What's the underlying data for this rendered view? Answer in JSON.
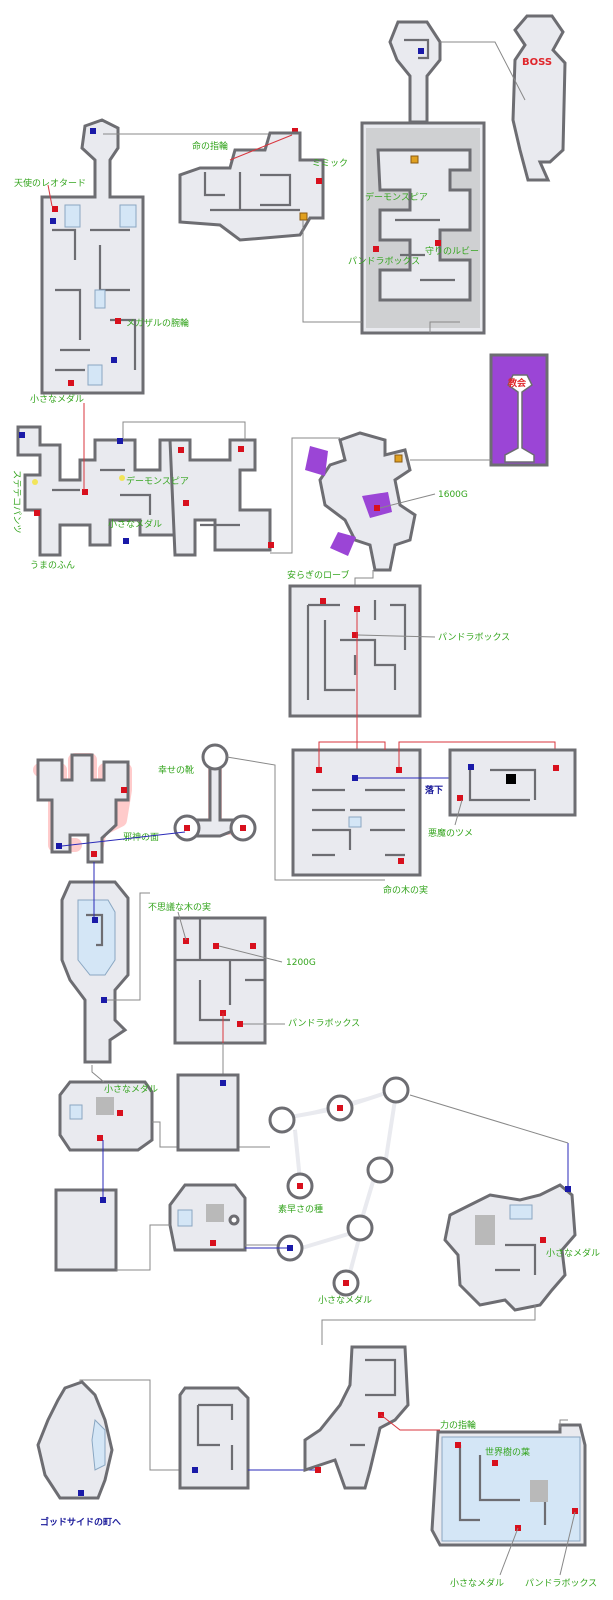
{
  "labels": {
    "boss": "BOSS",
    "church": "教会",
    "angel_leotard": "天使のレオタード",
    "life_ring": "命の指輪",
    "mimic": "ミミック",
    "demon_spear_1": "デーモンスピア",
    "pandora_box_1": "パンドラボックス",
    "guard_ruby": "守りのルビー",
    "megazal_bracelet": "メガザルの腕輪",
    "small_medal_1": "小さなメダル",
    "sutetekopants": "ステテコパンツ",
    "demon_spear_2": "デーモンスピア",
    "small_medal_2": "小さなメダル",
    "horse_dung": "うまのふん",
    "gold_1600": "1600G",
    "peace_robe": "安らぎのローブ",
    "pandora_box_2": "パンドラボックス",
    "lucky_shoes": "幸せの靴",
    "evil_mask": "邪神の面",
    "fall": "落下",
    "devil_claw": "悪魔のツメ",
    "tree_fruit": "命の木の実",
    "mystery_fruit": "不思議な木の実",
    "gold_1200": "1200G",
    "pandora_box_3": "パンドラボックス",
    "small_medal_3": "小さなメダル",
    "agility_seed": "素早さの種",
    "small_medal_4": "小さなメダル",
    "small_medal_5": "小さなメダル",
    "power_ring": "力の指輪",
    "world_tree_leaf": "世界樹の葉",
    "to_godside": "ゴッドサイドの町へ",
    "small_medal_6": "小さなメダル",
    "pandora_box_4": "パンドラボックス"
  },
  "colors": {
    "wall": "#6d6d72",
    "floor": "#e9eaef",
    "chest": "#d8101d",
    "door": "#1a1aa8",
    "church": "#9b45d6",
    "label": "#35a51f"
  },
  "legend_icons": [
    "treasure-chest-icon",
    "stair-door-icon",
    "boss-icon"
  ]
}
